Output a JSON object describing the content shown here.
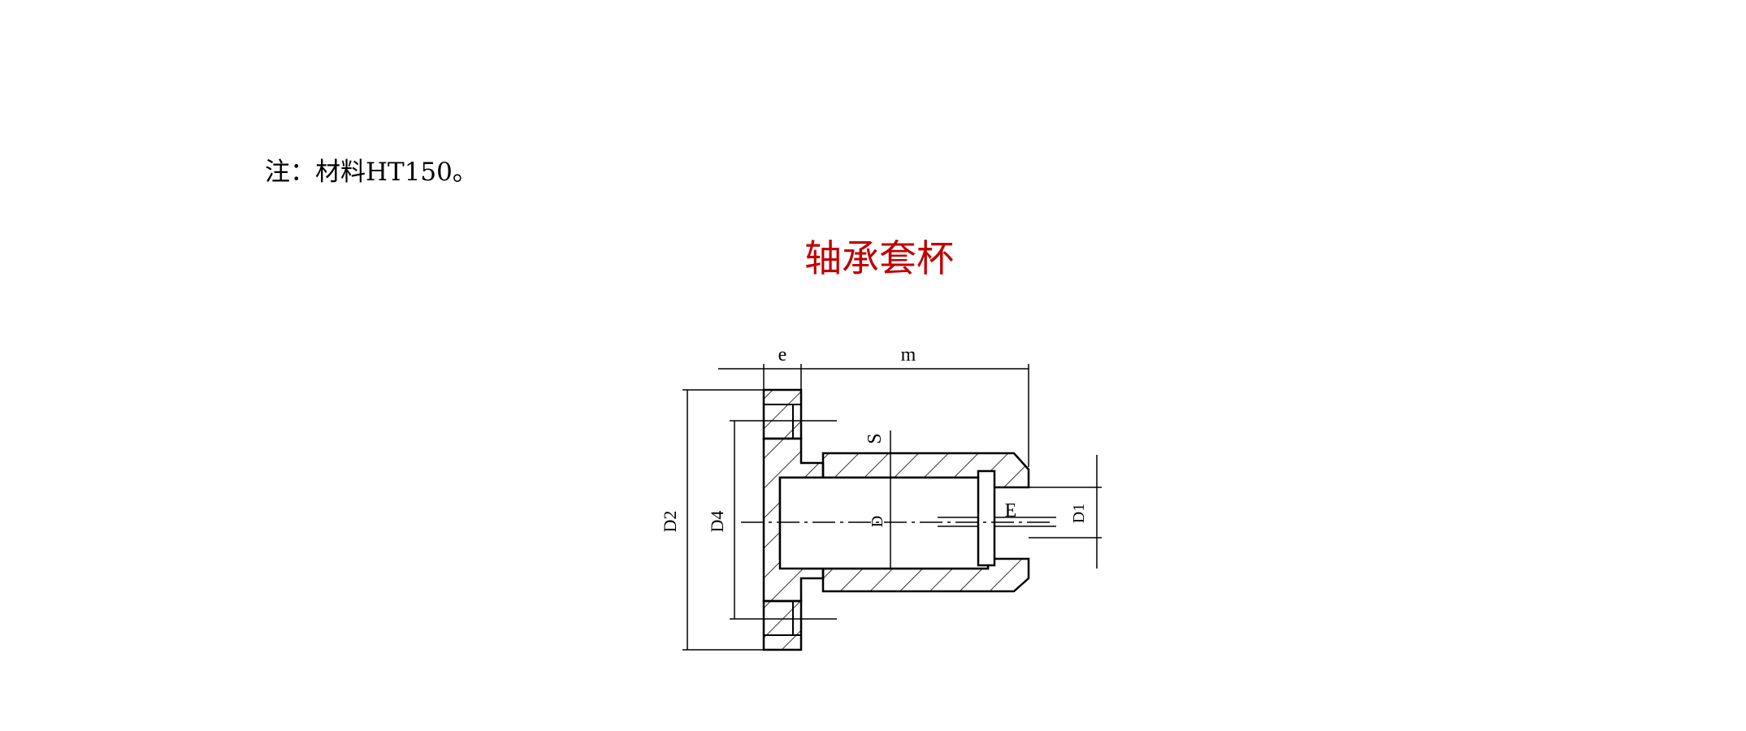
{
  "page": {
    "note": "注：材料HT150。",
    "title": "轴承套杯",
    "title_color": "#c00000"
  },
  "drawing": {
    "labels": {
      "e": "e",
      "m": "m",
      "s": "S",
      "d": "D",
      "e_cap": "E",
      "d2": "D2",
      "d4": "D4",
      "d1": "D1"
    }
  }
}
